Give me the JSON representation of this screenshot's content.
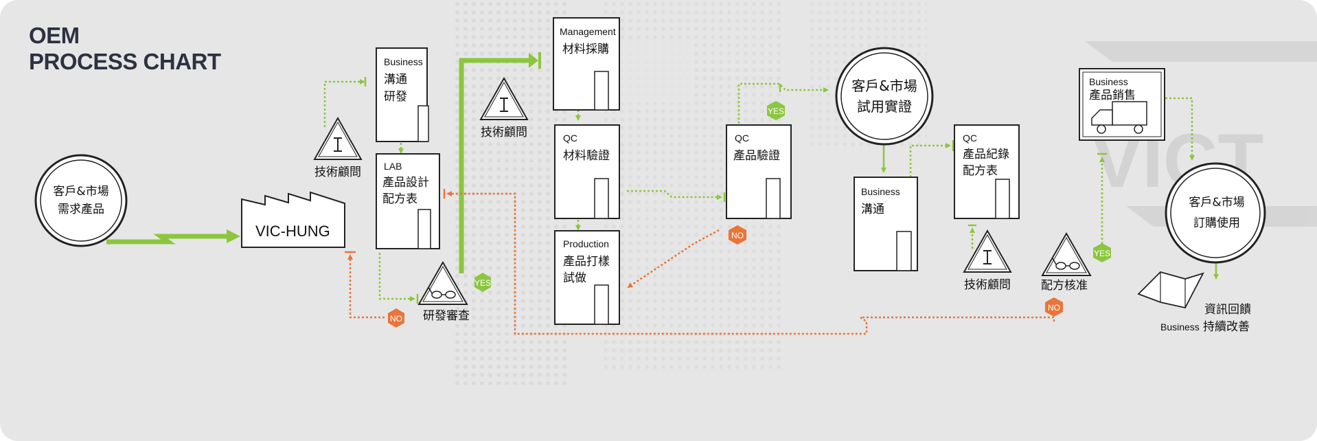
{
  "title": {
    "line1": "OEM",
    "line2": "PROCESS CHART"
  },
  "watermark": "VICT",
  "colors": {
    "green": "#8cc63f",
    "orange": "#e8753a",
    "dark": "#2d3141"
  },
  "customer_demand": {
    "line1": "客戶&市場",
    "line2": "需求產品"
  },
  "factory": {
    "label": "VIC-HUNG"
  },
  "business_comm": {
    "role": "Business",
    "line1": "溝通",
    "line2": "研發"
  },
  "lab_design": {
    "role": "LAB",
    "line1": "產品設計",
    "line2": "配方表"
  },
  "tech_consult_1": {
    "label": "技術顧問"
  },
  "rd_review": {
    "label": "研發審查"
  },
  "tech_consult_2": {
    "label": "技術顧問"
  },
  "mgmt_purchase": {
    "role": "Management",
    "line1": "材料採購"
  },
  "qc_material": {
    "role": "QC",
    "line1": "材料驗證"
  },
  "production": {
    "role": "Production",
    "line1": "產品打樣",
    "line2": "試做"
  },
  "qc_product": {
    "role": "QC",
    "line1": "產品驗證"
  },
  "customer_trial": {
    "line1": "客戶&市場",
    "line2": "試用實證"
  },
  "business_comm_2": {
    "role": "Business",
    "line1": "溝通"
  },
  "qc_record": {
    "role": "QC",
    "line1": "產品紀錄",
    "line2": "配方表"
  },
  "tech_consult_3": {
    "label": "技術顧問"
  },
  "formula_approval": {
    "label": "配方核准"
  },
  "business_sales": {
    "role": "Business",
    "line1": "產品銷售"
  },
  "customer_order": {
    "line1": "客戶&市場",
    "line2": "訂購使用"
  },
  "feedback": {
    "line1": "資訊回饋",
    "role": "Business",
    "line2": "持續改善"
  },
  "badges": {
    "yes": "YES",
    "no": "NO"
  }
}
